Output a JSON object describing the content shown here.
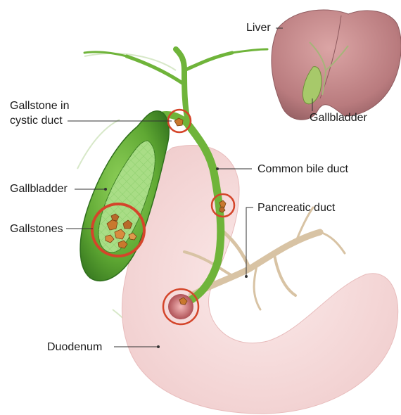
{
  "labels": {
    "liver": "Liver",
    "gallbladder_inset": "Gallbladder",
    "gallstone_cystic_line1": "Gallstone in",
    "gallstone_cystic_line2": "cystic duct",
    "common_bile_duct": "Common bile duct",
    "pancreatic_duct": "Pancreatic duct",
    "gallbladder": "Gallbladder",
    "gallstones": "Gallstones",
    "duodenum": "Duodenum"
  },
  "colors": {
    "gallbladder_green": "#5fa833",
    "gallbladder_dark": "#2f6f1c",
    "duct_green": "#6fb43a",
    "highlight_ring": "#d4452a",
    "stone_orange": "#c9782e",
    "liver_pink": "#b97b7e",
    "duodenum_pink": "#f6dede",
    "pancreatic_tan": "#d8c3a4",
    "leader_line": "#333333"
  }
}
